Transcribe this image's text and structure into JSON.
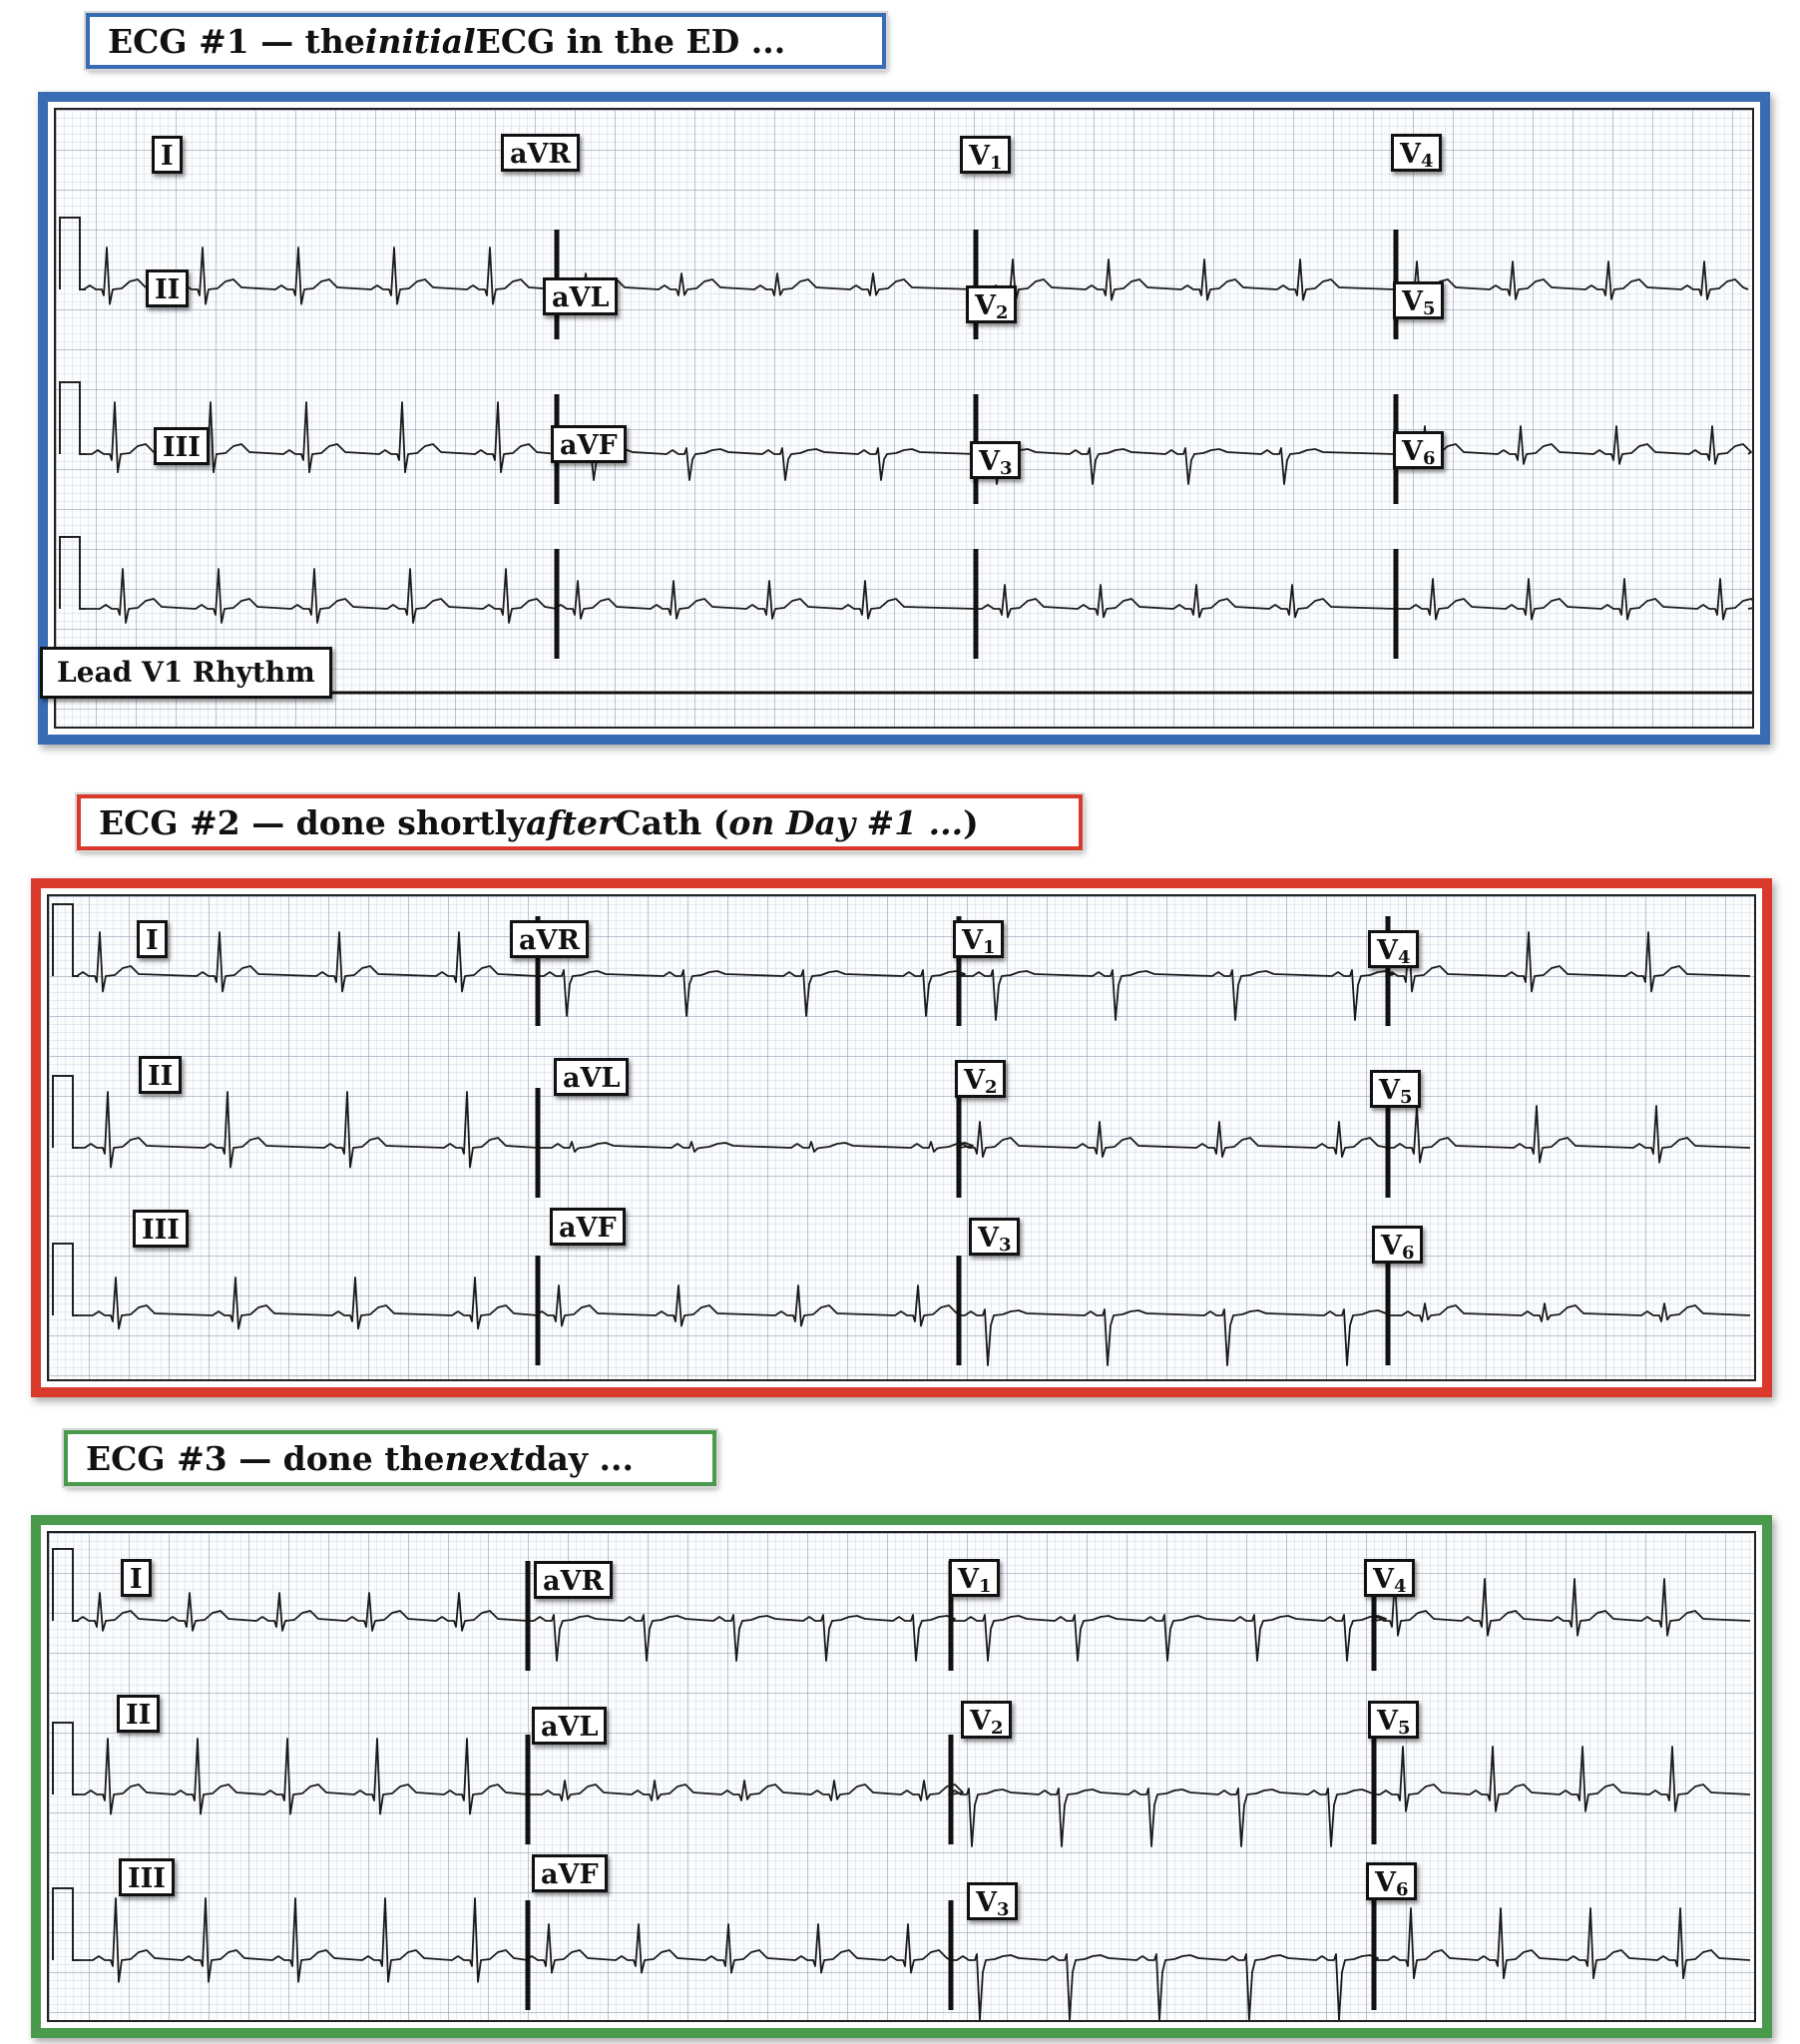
{
  "ecg1": {
    "title_parts": [
      "ECG #1 — the ",
      "initial",
      " ECG in the ED ..."
    ],
    "border_color": "#3a6bb5",
    "leads": [
      {
        "name": "I"
      },
      {
        "name": "aVR"
      },
      {
        "name": "V",
        "sub": "1"
      },
      {
        "name": "V",
        "sub": "4"
      },
      {
        "name": "II"
      },
      {
        "name": "aVL"
      },
      {
        "name": "V",
        "sub": "2"
      },
      {
        "name": "V",
        "sub": "5"
      },
      {
        "name": "III"
      },
      {
        "name": "aVF"
      },
      {
        "name": "V",
        "sub": "3"
      },
      {
        "name": "V",
        "sub": "6"
      }
    ],
    "rhythm_label": "Lead V1 Rhythm"
  },
  "ecg2": {
    "title_parts": [
      "ECG #2 — done shortly ",
      "after",
      " Cath (",
      "on Day #1 ...",
      " )"
    ],
    "border_color": "#d93a2b",
    "leads": [
      {
        "name": "I"
      },
      {
        "name": "aVR"
      },
      {
        "name": "V",
        "sub": "1"
      },
      {
        "name": "V",
        "sub": "4"
      },
      {
        "name": "II"
      },
      {
        "name": "aVL"
      },
      {
        "name": "V",
        "sub": "2"
      },
      {
        "name": "V",
        "sub": "5"
      },
      {
        "name": "III"
      },
      {
        "name": "aVF"
      },
      {
        "name": "V",
        "sub": "3"
      },
      {
        "name": "V",
        "sub": "6"
      }
    ]
  },
  "ecg3": {
    "title_parts": [
      "ECG #3 — done the ",
      "next",
      " day ..."
    ],
    "border_color": "#4a9a4e",
    "leads": [
      {
        "name": "I"
      },
      {
        "name": "aVR"
      },
      {
        "name": "V",
        "sub": "1"
      },
      {
        "name": "V",
        "sub": "4"
      },
      {
        "name": "II"
      },
      {
        "name": "aVL"
      },
      {
        "name": "V",
        "sub": "2"
      },
      {
        "name": "V",
        "sub": "5"
      },
      {
        "name": "III"
      },
      {
        "name": "aVF"
      },
      {
        "name": "V",
        "sub": "3"
      },
      {
        "name": "V",
        "sub": "6"
      }
    ]
  }
}
